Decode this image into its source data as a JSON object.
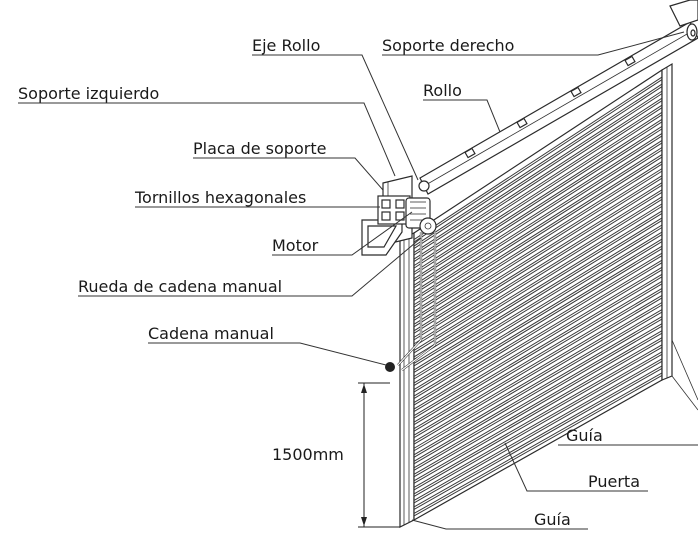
{
  "labels": {
    "eje_rollo": "Eje Rollo",
    "soporte_derecho": "Soporte derecho",
    "soporte_izquierdo": "Soporte izquierdo",
    "rollo": "Rollo",
    "placa_de_soporte": "Placa de soporte",
    "tornillos_hexagonales": "Tornillos hexagonales",
    "motor": "Motor",
    "rueda_de_cadena_manual": "Rueda de cadena manual",
    "cadena_manual": "Cadena manual",
    "dimension": "1500mm",
    "guia_right": "Guía",
    "puerta": "Puerta",
    "guia_bottom": "Guía"
  },
  "colors": {
    "line": "#2b2b2b",
    "text": "#1a1a1a",
    "background": "#ffffff"
  }
}
